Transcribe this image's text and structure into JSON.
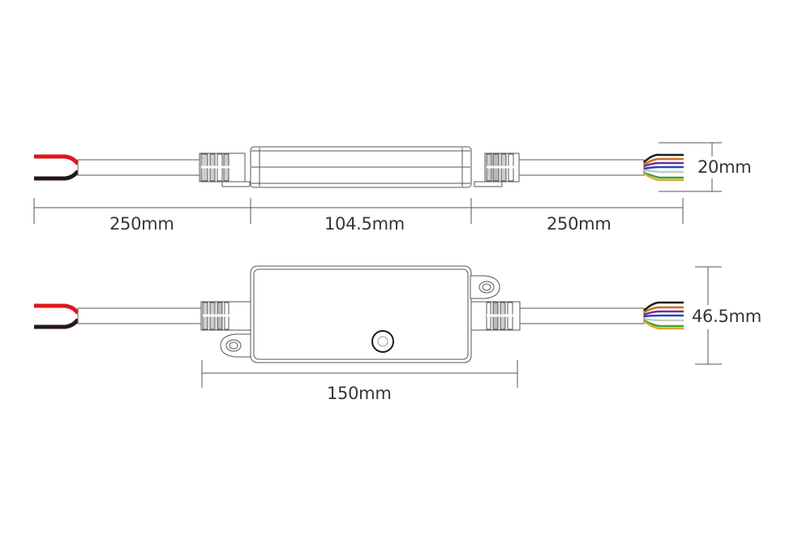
{
  "diagram": {
    "type": "dimension drawing",
    "subject": "Inline LED controller with input and output cables",
    "top_view": {
      "dimensions": {
        "left_cable_length": "250mm",
        "body_length": "104.5mm",
        "right_cable_length": "250mm",
        "height": "20mm"
      }
    },
    "front_view": {
      "dimensions": {
        "overall_length": "150mm",
        "height": "46.5mm"
      }
    },
    "input_wires": [
      {
        "color": "#e0141e",
        "name": "red"
      },
      {
        "color": "#231815",
        "name": "black"
      }
    ],
    "output_wires": [
      {
        "color": "#1a1a1a",
        "name": "black"
      },
      {
        "color": "#c8701a",
        "name": "orange"
      },
      {
        "color": "#7a2a9a",
        "name": "purple"
      },
      {
        "color": "#1f4ab0",
        "name": "blue"
      },
      {
        "color": "#c8c8c8",
        "name": "white"
      },
      {
        "color": "#3aa33a",
        "name": "green"
      },
      {
        "color": "#e6a52a",
        "name": "yellow"
      }
    ],
    "colors": {
      "line": "#5a5453",
      "text": "#3a3433",
      "body_fill": "#ffffff",
      "connector_fill": "#d8d6d6"
    }
  }
}
